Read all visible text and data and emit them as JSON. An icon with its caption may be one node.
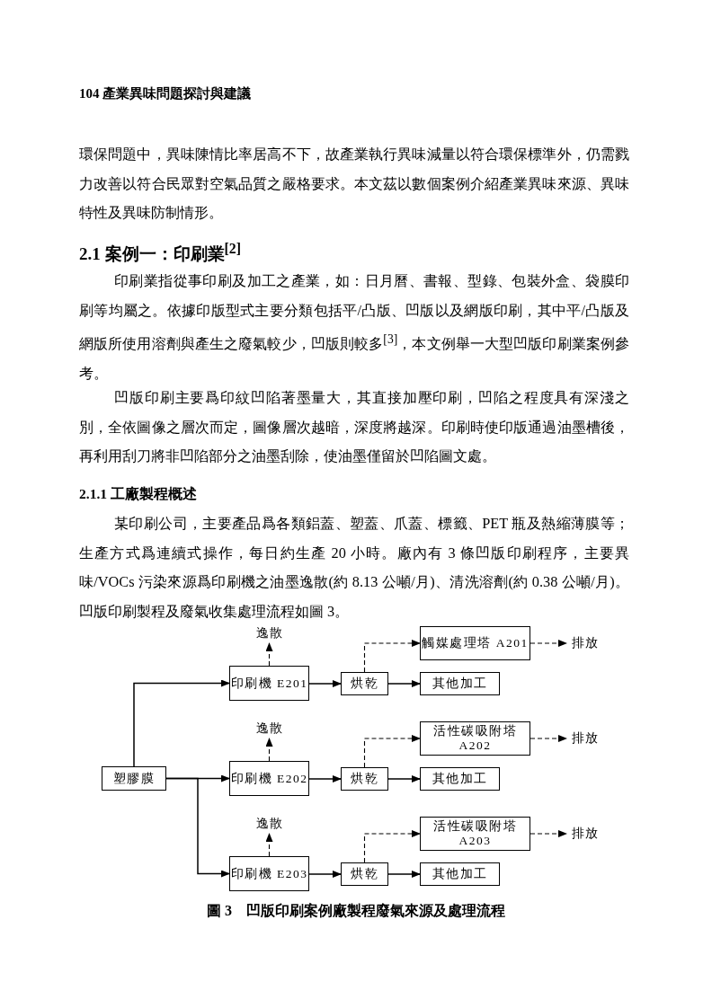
{
  "diagram": {
    "caption": "圖 3　凹版印刷案例廠製程廢氣來源及處理流程",
    "nodes": [
      {
        "text": [
          "塑膠膜"
        ]
      },
      {
        "text": [
          "逸散"
        ]
      },
      {
        "text": [
          "觸媒處理塔 A201"
        ]
      },
      {
        "text": [
          "排放"
        ]
      },
      {
        "text": [
          "印刷機 E201"
        ]
      },
      {
        "text": [
          "烘乾"
        ]
      },
      {
        "text": [
          "其他加工"
        ]
      },
      {
        "text": [
          "逸散"
        ]
      },
      {
        "text": [
          "活性碳吸附塔 A202"
        ]
      },
      {
        "text": [
          "排放"
        ]
      },
      {
        "text": [
          "印刷機 E202"
        ]
      },
      {
        "text": [
          "烘乾"
        ]
      },
      {
        "text": [
          "其他加工"
        ]
      },
      {
        "text": [
          "逸散"
        ]
      },
      {
        "text": [
          "活性碳吸附塔 A203"
        ]
      },
      {
        "text": [
          "排放"
        ]
      },
      {
        "text": [
          "印刷機 E203"
        ]
      },
      {
        "text": [
          "烘乾"
        ]
      },
      {
        "text": [
          "其他加工"
        ]
      }
    ],
    "edges": [
      {
        "from": 0,
        "to": 4,
        "arrow": "to"
      },
      {
        "from": 0,
        "to": 10,
        "arrow": "to"
      },
      {
        "from": 0,
        "to": 16,
        "arrow": "to"
      },
      {
        "from": 4,
        "to": 1,
        "arrow": "to",
        "style": "dashed"
      },
      {
        "from": 4,
        "to": 5,
        "arrow": "to"
      },
      {
        "from": 5,
        "to": 6,
        "arrow": "to"
      },
      {
        "from": 5,
        "to": 2,
        "arrow": "to",
        "style": "dashed"
      },
      {
        "from": 2,
        "to": 3,
        "arrow": "to",
        "style": "dashed"
      },
      {
        "from": 10,
        "to": 7,
        "arrow": "to",
        "style": "dashed"
      },
      {
        "from": 10,
        "to": 11,
        "arrow": "to"
      },
      {
        "from": 11,
        "to": 12,
        "arrow": "to"
      },
      {
        "from": 11,
        "to": 8,
        "arrow": "to",
        "style": "dashed"
      },
      {
        "from": 8,
        "to": 9,
        "arrow": "to",
        "style": "dashed"
      },
      {
        "from": 16,
        "to": 13,
        "arrow": "to",
        "style": "dashed"
      },
      {
        "from": 16,
        "to": 17,
        "arrow": "to"
      },
      {
        "from": 17,
        "to": 18,
        "arrow": "to"
      },
      {
        "from": 17,
        "to": 14,
        "arrow": "to",
        "style": "dashed"
      },
      {
        "from": 14,
        "to": 15,
        "arrow": "to",
        "style": "dashed"
      }
    ],
    "labels": [
      "104  產業異味問題探討與建議",
      "環保問題中，異味陳情比率居高不下，故產業執行異味減量以符合環保標準外，仍需戮力改善以符合民眾對空氣品質之嚴格要求。本文茲以數個案例介紹產業異味來源、異味特性及異味防制情形。",
      "2.1  案例一：印刷業$^{[2]}$",
      "印刷業指從事印刷及加工之產業，如：日月曆、書報、型錄、包裝外盒、袋膜印刷等均屬之。依據印版型式主要分類包括平/凸版、凹版以及網版印刷，其中平/凸版及網版所使用溶劑與產生之廢氣較少，凹版則較多$^{[3]}$，本文例舉一大型凹版印刷業案例參考。",
      "凹版印刷主要爲印紋凹陷著墨量大，其直接加壓印刷，凹陷之程度具有深淺之別，全依圖像之層次而定，圖像層次越暗，深度將越深。印刷時使印版通過油墨槽後，再利用刮刀將非凹陷部分之油墨刮除，使油墨僅留於凹陷圖文處。",
      "2.1.1  工廠製程概述",
      "某印刷公司，主要產品爲各類鋁蓋、塑蓋、爪蓋、標籤、PET 瓶及熱縮薄膜等；生產方式爲連續式操作，每日約生產 20 小時。廠內有 3 條凹版印刷程序，主要異味/VOCs 污染來源爲印刷機之油墨逸散(約 8.13 公噸/月)、清洗溶劑(約 0.38 公噸/月)。凹版印刷製程及廢氣收集處理流程如圖 3。"
    ]
  }
}
